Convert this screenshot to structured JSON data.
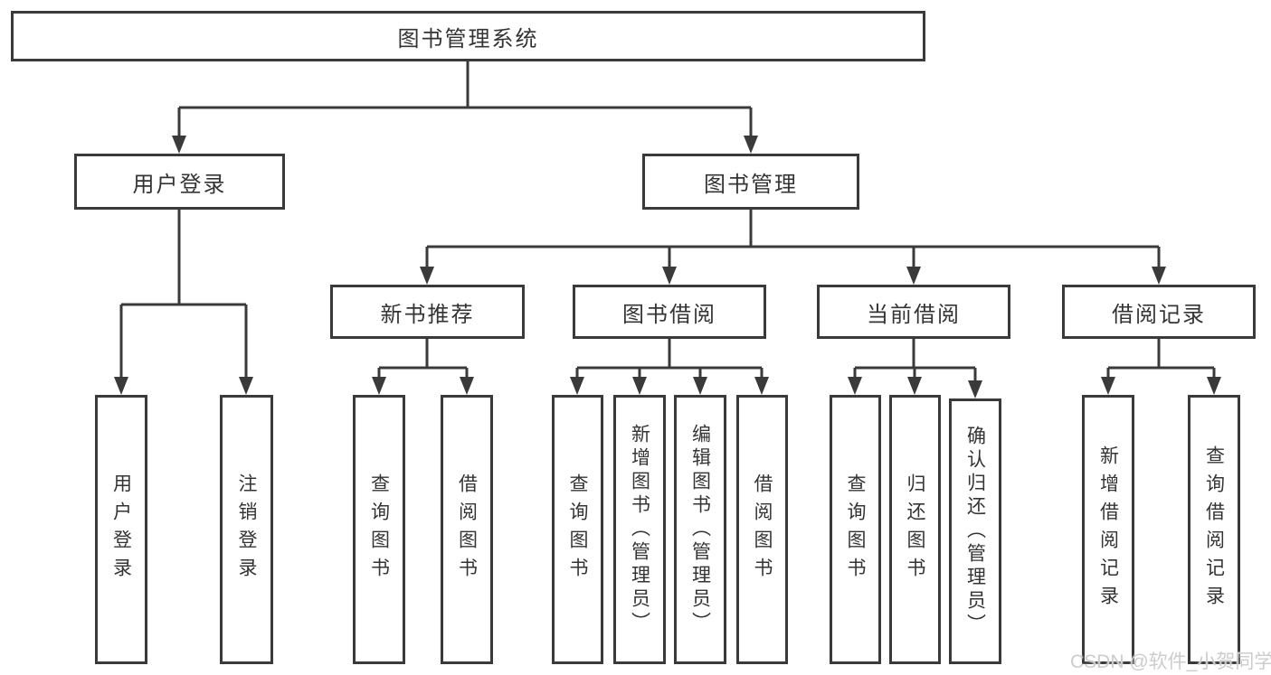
{
  "nodes": {
    "root": {
      "label": "图书管理系统"
    },
    "user_login": {
      "label": "用户登录"
    },
    "book_management": {
      "label": "图书管理"
    },
    "new_book_recommend": {
      "label": "新书推荐"
    },
    "book_borrow": {
      "label": "图书借阅"
    },
    "current_borrow": {
      "label": "当前借阅"
    },
    "borrow_records": {
      "label": "借阅记录"
    },
    "leaf_user_login": {
      "label": "用户登录"
    },
    "leaf_logout": {
      "label": "注销登录"
    },
    "leaf_nb_query": {
      "label": "查询图书"
    },
    "leaf_nb_borrow": {
      "label": "借阅图书"
    },
    "leaf_bb_query": {
      "label": "查询图书"
    },
    "leaf_bb_add": {
      "label": "新增图书（管理员）"
    },
    "leaf_bb_edit": {
      "label": "编辑图书（管理员）"
    },
    "leaf_bb_borrow": {
      "label": "借阅图书"
    },
    "leaf_cb_query": {
      "label": "查询图书"
    },
    "leaf_cb_return": {
      "label": "归还图书"
    },
    "leaf_cb_confirm": {
      "label": "确认归还（管理员）"
    },
    "leaf_br_add": {
      "label": "新增借阅记录"
    },
    "leaf_br_query": {
      "label": "查询借阅记录"
    }
  },
  "hierarchy": {
    "图书管理系统": {
      "用户登录": [
        "用户登录",
        "注销登录"
      ],
      "图书管理": {
        "新书推荐": [
          "查询图书",
          "借阅图书"
        ],
        "图书借阅": [
          "查询图书",
          "新增图书（管理员）",
          "编辑图书（管理员）",
          "借阅图书"
        ],
        "当前借阅": [
          "查询图书",
          "归还图书",
          "确认归还（管理员）"
        ],
        "借阅记录": [
          "新增借阅记录",
          "查询借阅记录"
        ]
      }
    }
  },
  "watermark": {
    "text": "CSDN @软件_小贺同学"
  },
  "colors": {
    "line": "#3a3a3a",
    "box_border": "#3a3a3a",
    "text": "#343434",
    "watermark": "#cccccc",
    "background": "#ffffff"
  }
}
